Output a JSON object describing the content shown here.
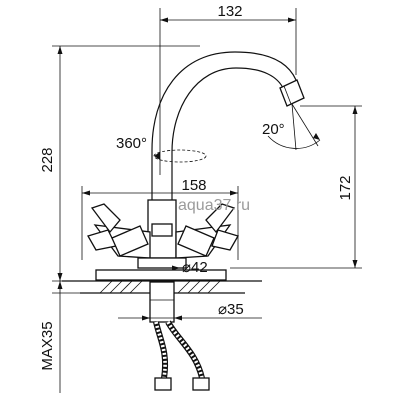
{
  "dimensions": {
    "spout_reach": "132",
    "total_height": "228",
    "swivel_angle": "360°",
    "aerator_angle": "20°",
    "handle_span": "158",
    "spout_height": "172",
    "base_diameter": "⌀42",
    "hole_diameter": "⌀35",
    "max_thickness": "MAX35"
  },
  "watermark": "aqua37.ru"
}
